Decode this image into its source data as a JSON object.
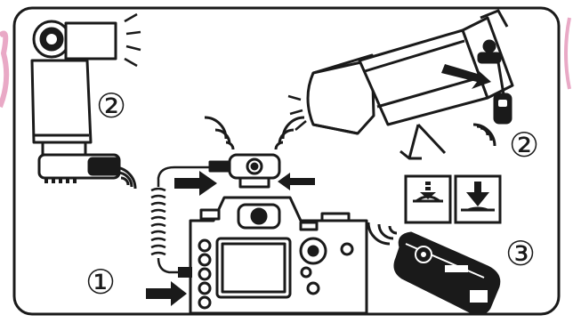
{
  "diagram": {
    "steps": [
      {
        "label": "①"
      },
      {
        "label": "②"
      },
      {
        "label": "②"
      },
      {
        "label": "③"
      }
    ],
    "colors": {
      "ink": "#1a1a1a",
      "frame_fill": "#ffffff",
      "accent_pink": "#e9a9c6"
    },
    "icons": [
      "speedlight-flash-icon",
      "studio-strobe-icon",
      "camera-body-icon",
      "wireless-trigger-icon",
      "remote-control-icon",
      "coiled-cable-icon",
      "half-press-button-icon",
      "full-press-button-icon",
      "signal-waves-icon"
    ]
  }
}
